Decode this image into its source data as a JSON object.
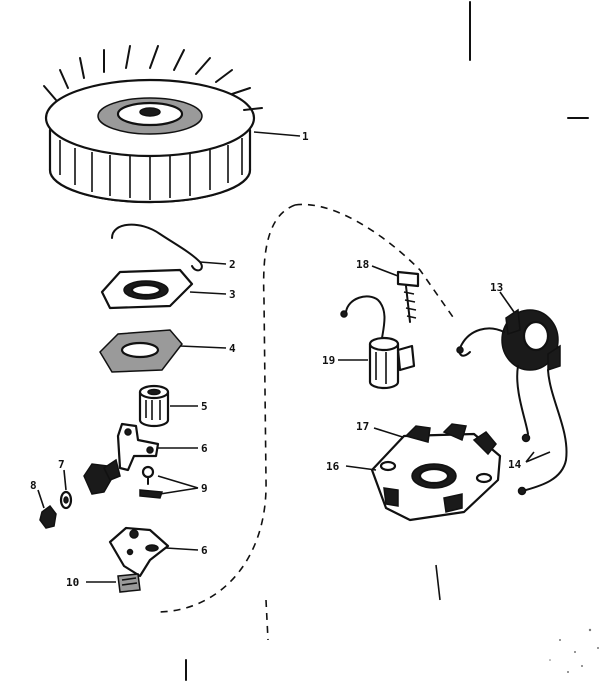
{
  "callouts": [
    {
      "id": "flywheel",
      "text": "1"
    },
    {
      "id": "key-spring",
      "text": "2"
    },
    {
      "id": "cover-plate",
      "text": "3"
    },
    {
      "id": "gasket",
      "text": "4"
    },
    {
      "id": "cam-bushing",
      "text": "5"
    },
    {
      "id": "breaker-arm",
      "text": "6"
    },
    {
      "id": "washer",
      "text": "7"
    },
    {
      "id": "nut",
      "text": "8"
    },
    {
      "id": "screws",
      "text": "9"
    },
    {
      "id": "breaker-point",
      "text": "6"
    },
    {
      "id": "felt",
      "text": "10"
    },
    {
      "id": "screw-upper",
      "text": "18"
    },
    {
      "id": "condenser",
      "text": "19"
    },
    {
      "id": "clip",
      "text": "17"
    },
    {
      "id": "coil-bracket",
      "text": "16"
    },
    {
      "id": "coil",
      "text": "13"
    },
    {
      "id": "ground-wires",
      "text": "14"
    }
  ],
  "colors": {
    "ink": "#111111",
    "paper": "#ffffff",
    "shade": "#9a9a9a"
  }
}
